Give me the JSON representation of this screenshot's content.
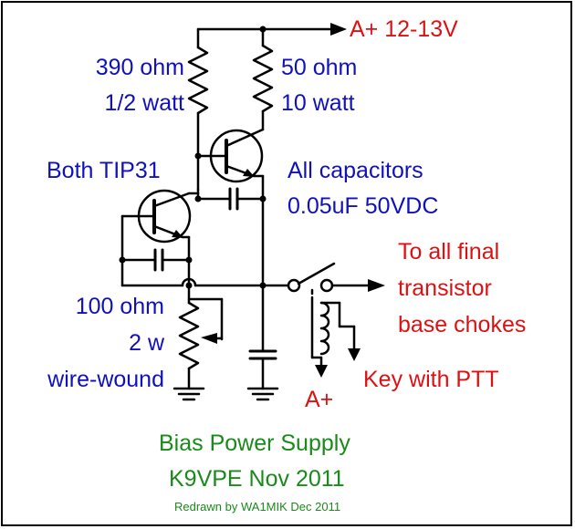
{
  "labels": {
    "supply": "A+ 12-13V",
    "r1_value": "390 ohm",
    "r1_power": "1/2 watt",
    "r2_value": "50 ohm",
    "r2_power": "10 watt",
    "transistors": "Both TIP31",
    "caps_line1": "All capacitors",
    "caps_line2": "0.05uF 50VDC",
    "output_line1": "To all final",
    "output_line2": "transistor",
    "output_line3": "base chokes",
    "pot_value": "100 ohm",
    "pot_power": "2 w",
    "pot_type": "wire-wound",
    "key": "Key with PTT",
    "relay_supply": "A+",
    "title": "Bias Power Supply",
    "author_date": "K9VPE Nov 2011",
    "credit": "Redrawn by WA1MIK Dec 2011"
  },
  "colors": {
    "component_labels": "#1111bb",
    "power_io_labels": "#dd1111",
    "title": "#1a8a1a",
    "wires": "#000000"
  }
}
